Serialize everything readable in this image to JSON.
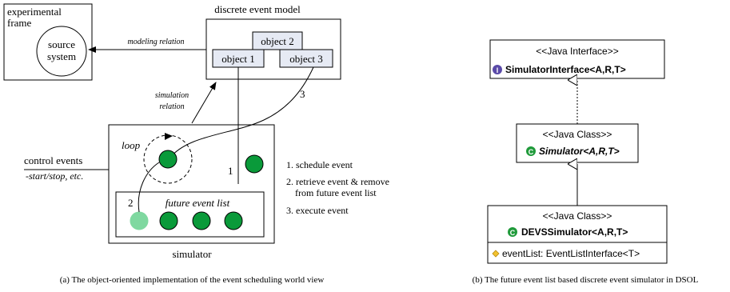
{
  "left": {
    "experimental_frame_line1": "experimental",
    "experimental_frame_line2": "frame",
    "source_line1": "source",
    "source_line2": "system",
    "model_title": "discrete event model",
    "objects": [
      "object 1",
      "object 2",
      "object 3"
    ],
    "modeling_relation": "modeling relation",
    "simulation_relation_line1": "simulation",
    "simulation_relation_line2": "relation",
    "arrow_label_1": "1",
    "arrow_label_2": "2",
    "arrow_label_3": "3",
    "loop_label": "loop",
    "future_event_list": "future event list",
    "simulator_label": "simulator",
    "control_events_line1": "control events",
    "control_events_line2": "-start/stop, etc.",
    "steps": [
      "1. schedule event",
      "2. retrieve event & remove",
      "from future event list",
      "3. execute event"
    ],
    "caption": "(a) The object-oriented implementation of the event scheduling world view"
  },
  "right": {
    "interface_stereotype": "<<Java Interface>>",
    "interface_name": "SimulatorInterface<A,R,T>",
    "interface_icon": "I",
    "class1_stereotype": "<<Java Class>>",
    "class1_name": "Simulator<A,R,T>",
    "class1_icon": "C",
    "class2_stereotype": "<<Java Class>>",
    "class2_name": "DEVSSimulator<A,R,T>",
    "class2_icon": "C",
    "class2_field": "eventList: EventListInterface<T>",
    "caption": "(b) The future event list based discrete event simulator in DSOL"
  },
  "colors": {
    "event_dark": "#0a9a3a",
    "event_light": "#7fd8a0",
    "object_fill": "#e6eaf4",
    "uml_icon_interface": "#5a4aa8",
    "uml_icon_class": "#1f9a3a"
  }
}
